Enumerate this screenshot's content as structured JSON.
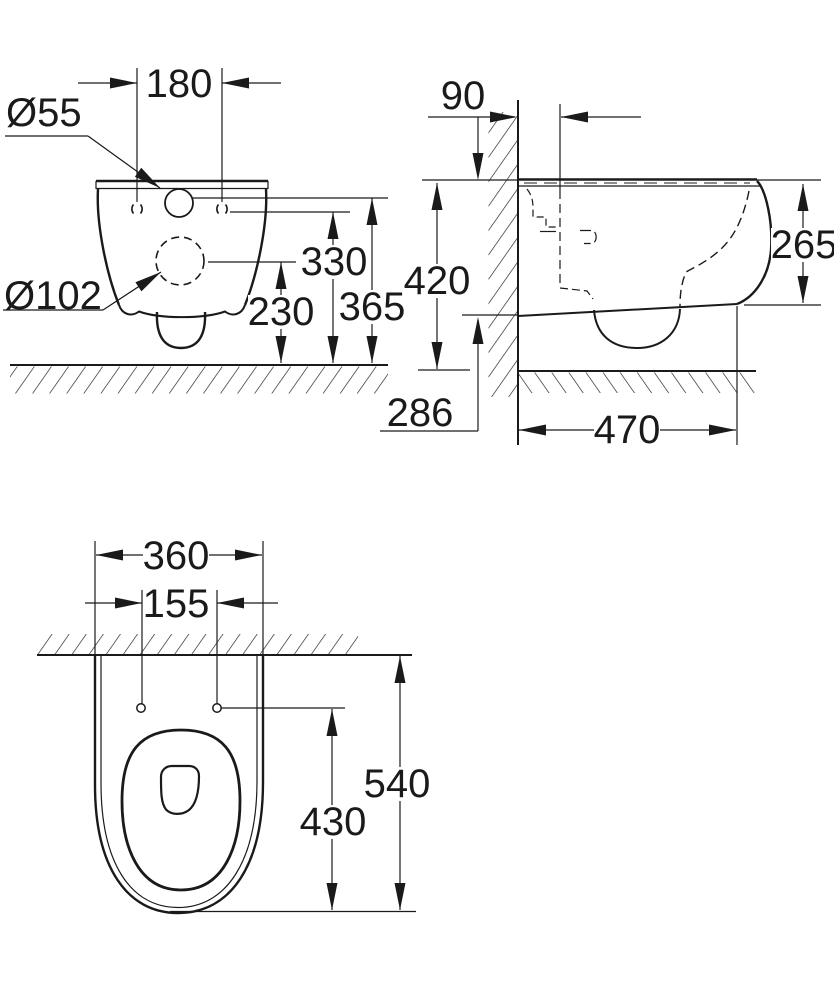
{
  "views": {
    "front": {
      "labels": {
        "hole_spacing": "180",
        "inlet_dia": "Ø55",
        "outlet_dia": "Ø102",
        "height_330": "330",
        "height_230": "230",
        "height_365": "365"
      }
    },
    "side": {
      "labels": {
        "offset_90": "90",
        "height_420": "420",
        "height_265": "265",
        "height_286": "286",
        "depth_470": "470"
      }
    },
    "top": {
      "labels": {
        "width_360": "360",
        "hole_spacing_155": "155",
        "length_430": "430",
        "length_540": "540"
      }
    }
  },
  "colors": {
    "line": "#1a1a1a",
    "background": "#ffffff"
  }
}
